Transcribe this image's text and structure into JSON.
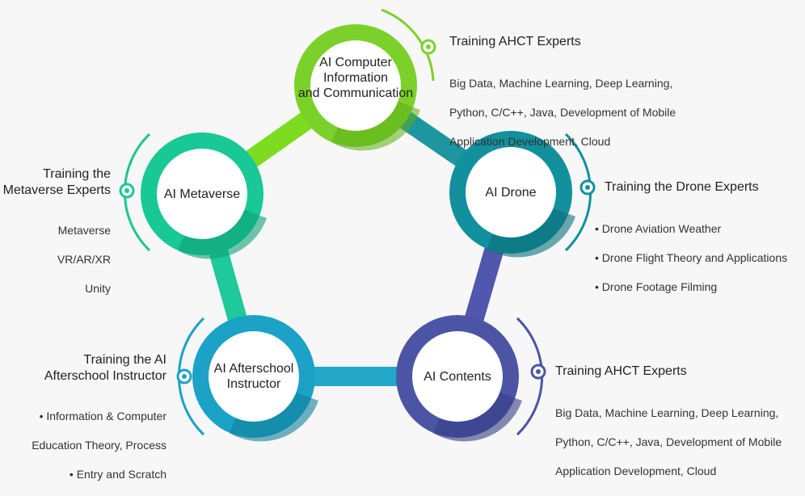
{
  "nodes": {
    "ict": {
      "label": "AI Computer\nInformation\nand Communication",
      "color": "#7bd12a"
    },
    "drone": {
      "label": "AI Drone",
      "color": "#13909d"
    },
    "contents": {
      "label": "AI Contents",
      "color": "#4c55a5"
    },
    "afterschool": {
      "label": "AI Afterschool\nInstructor",
      "color": "#1ba2c6"
    },
    "metaverse": {
      "label": "AI Metaverse",
      "color": "#18c895"
    }
  },
  "info": {
    "ict": {
      "title": "Training AHCT Experts",
      "lines": [
        "Big Data, Machine Learning, Deep Learning,",
        "Python, C/C++, Java, Development of Mobile",
        "Application Development, Cloud"
      ]
    },
    "drone": {
      "title": "Training the Drone Experts",
      "lines": [
        "• Drone Aviation Weather",
        "• Drone Flight Theory and Applications",
        "• Drone Footage Filming"
      ]
    },
    "contents": {
      "title": "Training AHCT Experts",
      "lines": [
        "Big Data, Machine Learning, Deep Learning,",
        "Python, C/C++, Java, Development of Mobile",
        "Application Development, Cloud"
      ]
    },
    "afterschool": {
      "title": "Training the AI\nAfterschool Instructor",
      "lines": [
        "• Information & Computer",
        "Education Theory, Process",
        "• Entry and Scratch"
      ]
    },
    "metaverse": {
      "title": "Training the\nMetaverse Experts",
      "lines": [
        "Metaverse",
        "VR/AR/XR",
        "Unity"
      ]
    }
  }
}
